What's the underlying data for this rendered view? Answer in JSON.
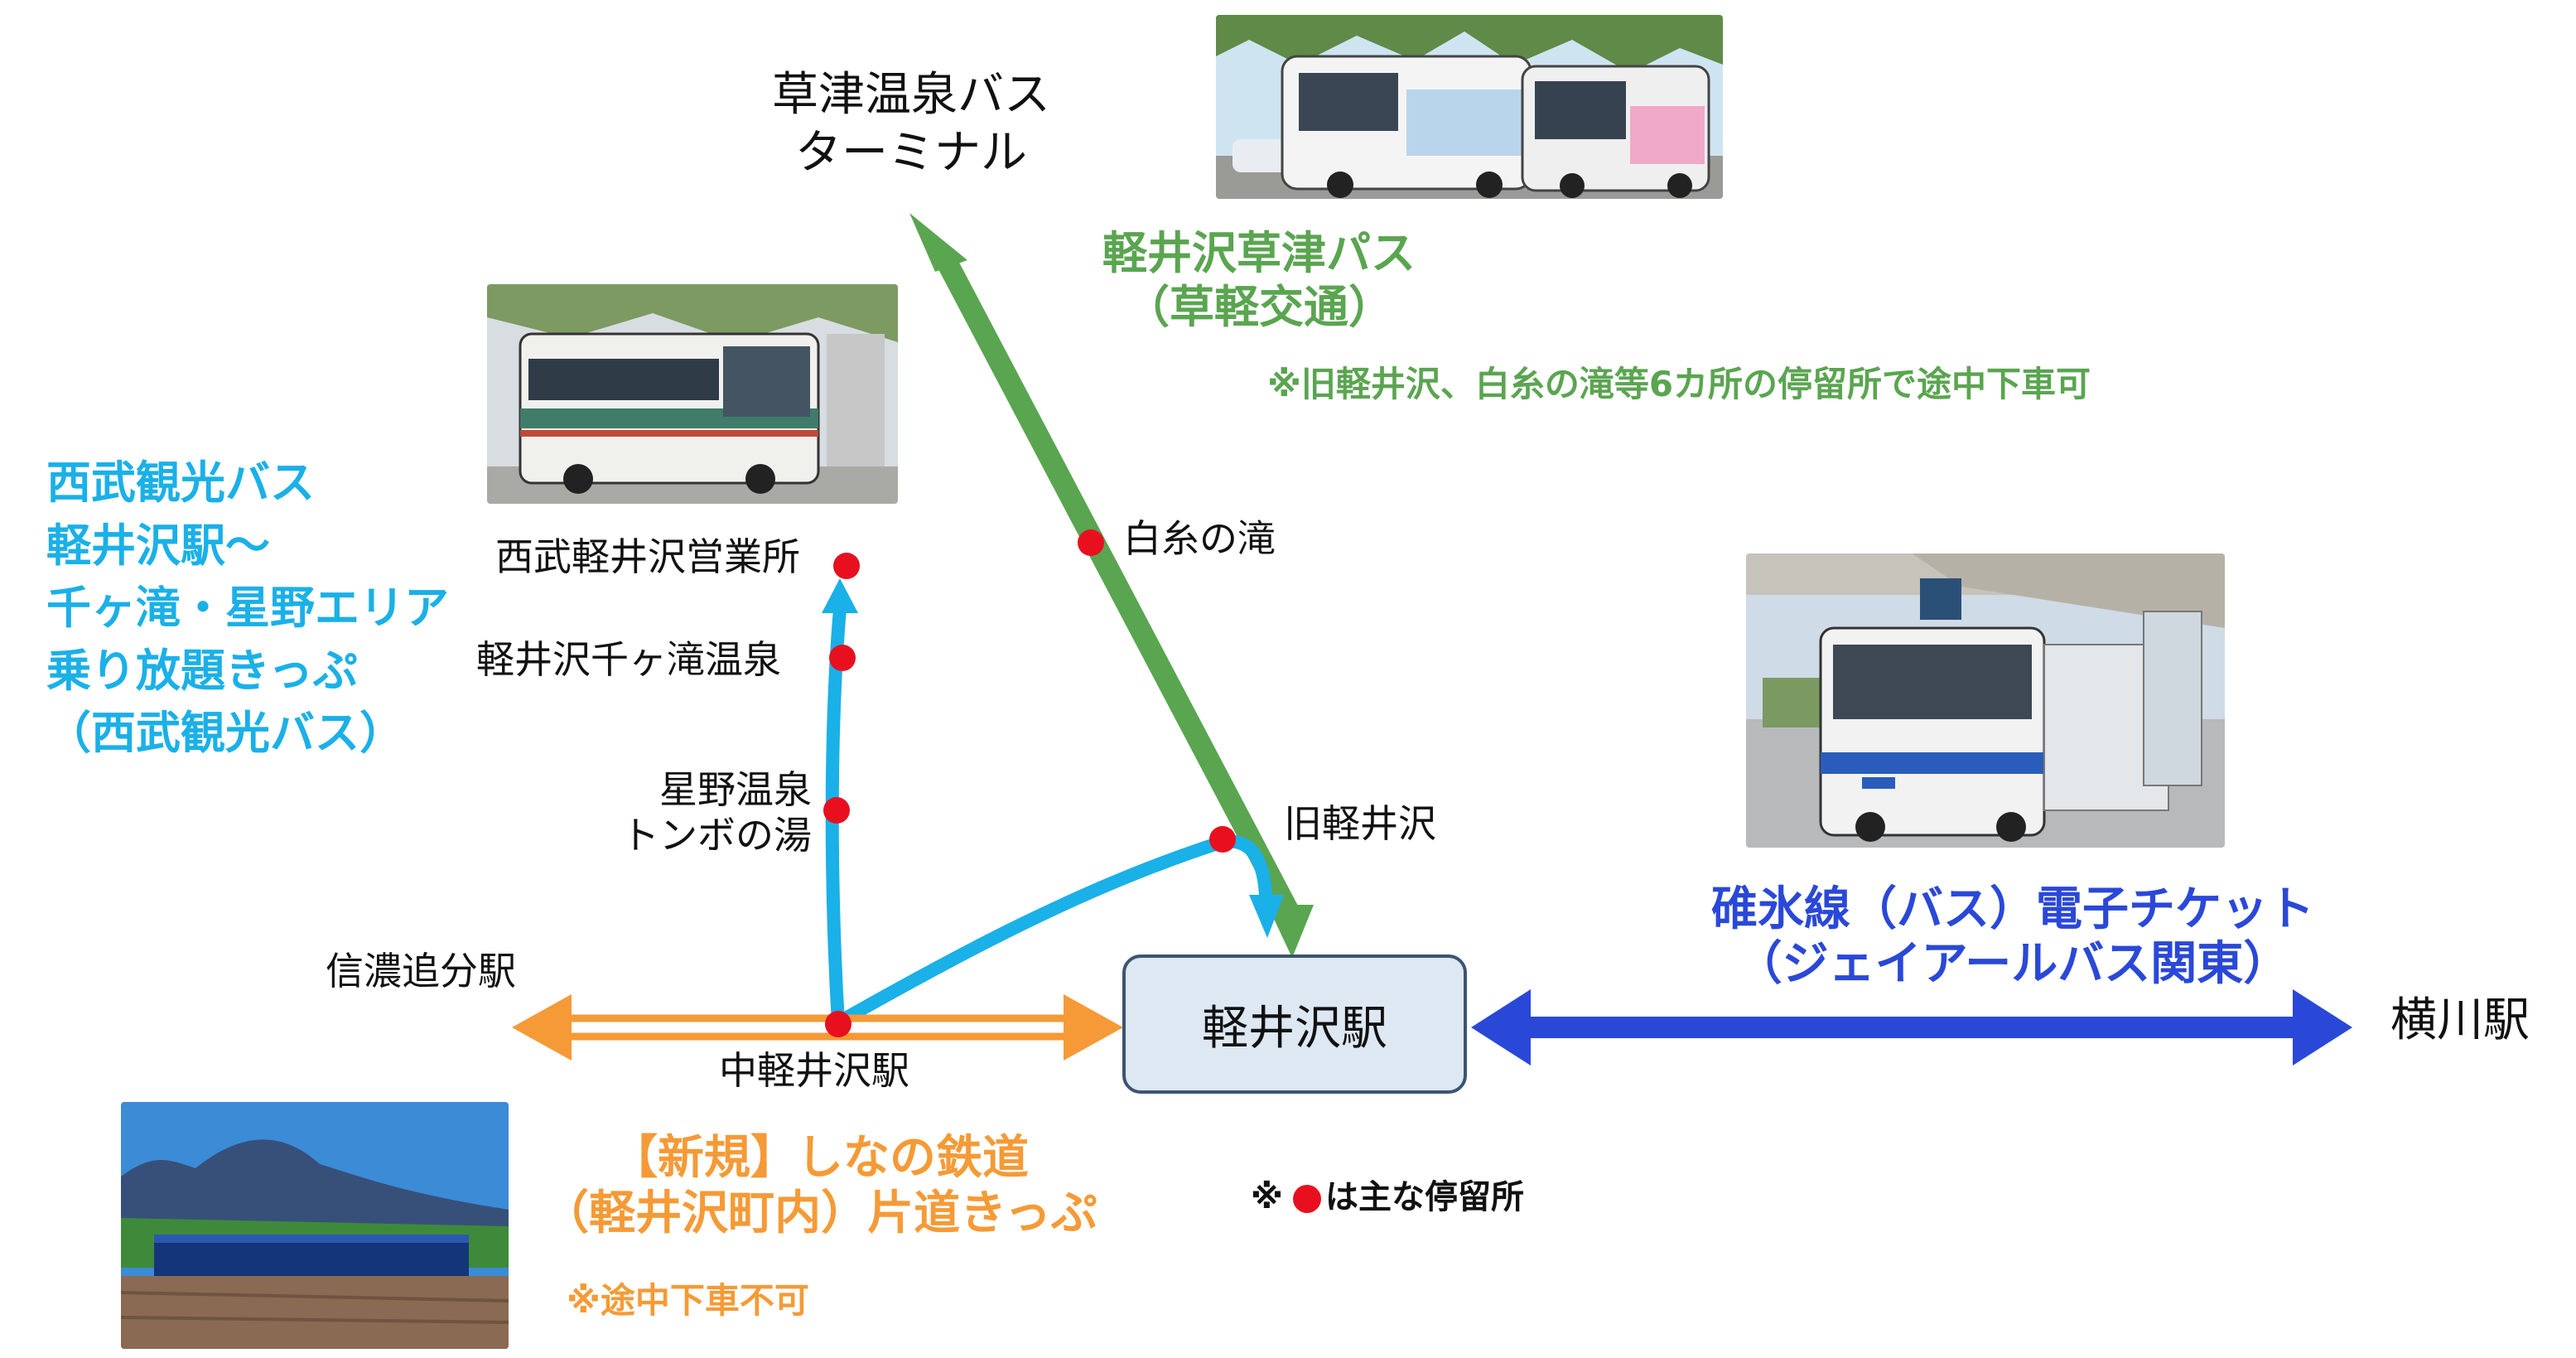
{
  "colors": {
    "seibu": "#1ab0e8",
    "kusakaru": "#5aa550",
    "shinano": "#f59a36",
    "jr_bus": "#2a48d8",
    "stop": "#e8101f"
  },
  "stations": {
    "karuizawa": "軽井沢駅",
    "yokokawa": "横川駅",
    "shinano_oiwake": "信濃追分駅",
    "naka_karuizawa": "中軽井沢駅",
    "kusatsu_line1": "草津温泉バス",
    "kusatsu_line2": "ターミナル"
  },
  "stops": {
    "shiraito": "白糸の滝",
    "kyu_karuizawa": "旧軽井沢",
    "seibu_office": "西武軽井沢営業所",
    "senga_onsen": "軽井沢千ヶ滝温泉",
    "hoshino_line1": "星野温泉",
    "hoshino_line2": "トンボの湯"
  },
  "kusakaru": {
    "title_line1": "軽井沢草津パス",
    "title_line2": "（草軽交通）",
    "note": "※旧軽井沢、白糸の滝等6カ所の停留所で途中下車可"
  },
  "seibu": {
    "line1": "西武観光バス",
    "line2": "軽井沢駅～",
    "line3": "千ヶ滝・星野エリア",
    "line4": "乗り放題きっぷ",
    "line5": "（西武観光バス）"
  },
  "jr_bus": {
    "title_line1": "碓氷線（バス）電子チケット",
    "title_line2": "（ジェイアールバス関東）"
  },
  "shinano": {
    "title_line1": "【新規】しなの鉄道",
    "title_line2": "（軽井沢町内）片道きっぷ",
    "note": "※途中下車不可"
  },
  "legend": {
    "prefix": "※",
    "text": "は主な停留所"
  }
}
